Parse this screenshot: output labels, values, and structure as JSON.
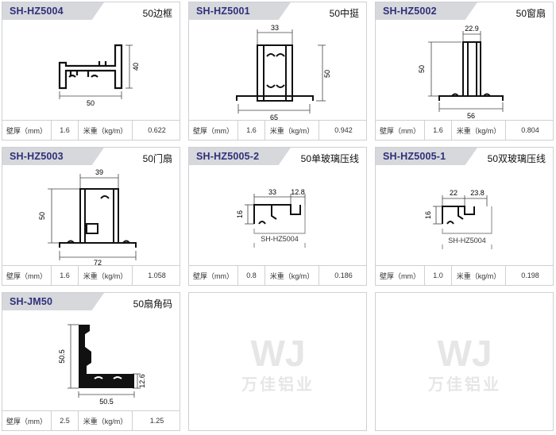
{
  "labels": {
    "wall": "壁厚（mm）",
    "weight": "米重（kg/m）"
  },
  "brand": {
    "mark": "WJ",
    "name": "万佳铝业"
  },
  "profiles": [
    {
      "code": "SH-HZ5004",
      "name": "50边框",
      "wall": "1.6",
      "weight": "0.622",
      "dims": [
        "50",
        "40"
      ]
    },
    {
      "code": "SH-HZ5001",
      "name": "50中挺",
      "wall": "1.6",
      "weight": "0.942",
      "dims": [
        "33",
        "50",
        "65"
      ]
    },
    {
      "code": "SH-HZ5002",
      "name": "50窗扇",
      "wall": "1.6",
      "weight": "0.804",
      "dims": [
        "22.9",
        "50",
        "56"
      ]
    },
    {
      "code": "SH-HZ5003",
      "name": "50门扇",
      "wall": "1.6",
      "weight": "1.058",
      "dims": [
        "39",
        "50",
        "72"
      ]
    },
    {
      "code": "SH-HZ5005-2",
      "name": "50单玻璃压线",
      "wall": "0.8",
      "weight": "0.186",
      "dims": [
        "33",
        "12.8",
        "16"
      ],
      "ref": "SH-HZ5004"
    },
    {
      "code": "SH-HZ5005-1",
      "name": "50双玻璃压线",
      "wall": "1.0",
      "weight": "0.198",
      "dims": [
        "22",
        "23.8",
        "16"
      ],
      "ref": "SH-HZ5004"
    },
    {
      "code": "SH-JM50",
      "name": "50扇角码",
      "wall": "2.5",
      "weight": "1.25",
      "dims": [
        "50.5",
        "12.6",
        "50.5"
      ]
    }
  ]
}
